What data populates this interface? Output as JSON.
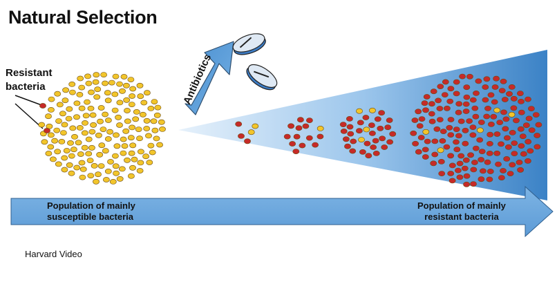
{
  "title": "Natural Selection",
  "resistant_label": [
    "Resistant",
    "bacteria"
  ],
  "antibiotics_label": "Antibiotics",
  "population_left": [
    "Population of mainly",
    "susceptible bacteria"
  ],
  "population_right": [
    "Population of mainly",
    "resistant bacteria"
  ],
  "credit": "Harvard Video",
  "colors": {
    "susceptible": "#f2c52b",
    "resistant": "#c62a28",
    "arrow_blue": "#5f9fd8",
    "outline": "#2f4f6f"
  }
}
